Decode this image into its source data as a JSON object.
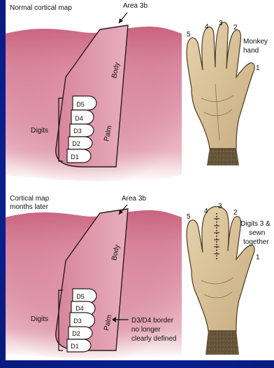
{
  "top_panel": {
    "title": "Normal cortical map",
    "area_label": "Area 3b",
    "body_label": "Body",
    "palm_label": "Palm",
    "digits_label": "Digits",
    "digit_labels": [
      "D5",
      "D4",
      "D3",
      "D2",
      "D1"
    ],
    "hand_label_line1": "Monkey",
    "hand_label_line2": "hand",
    "finger_numbers": [
      "5",
      "4",
      "3",
      "2",
      "1"
    ]
  },
  "bottom_panel": {
    "title_line1": "Cortical map",
    "title_line2": "months later",
    "area_label": "Area 3b",
    "body_label": "Body",
    "palm_label": "Palm",
    "digits_label": "Digits",
    "digit_labels": [
      "D5",
      "D4",
      "D3",
      "D2",
      "D1"
    ],
    "border_note_line1": "D3/D4 border",
    "border_note_line2": "no longer",
    "border_note_line3": "clearly defined",
    "hand_label_line1": "Digits 3 &",
    "hand_label_line2": "sewn",
    "hand_label_line3": "together",
    "finger_numbers": [
      "5",
      "4",
      "3",
      "2",
      "1"
    ]
  },
  "colors": {
    "background": "#0c2196",
    "cortex": "#d98aa0",
    "cortex_dark": "#b9607a",
    "skin": "#dcc49a",
    "fur": "#6b5a3e"
  }
}
